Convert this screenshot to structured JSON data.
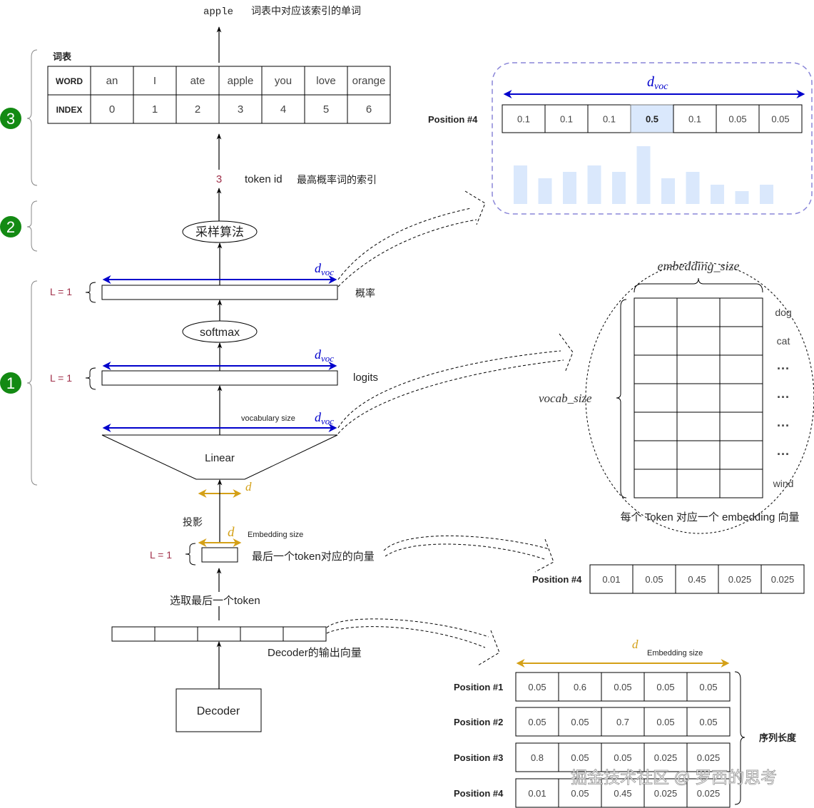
{
  "colors": {
    "accent_blue": "#0000cc",
    "accent_gold": "#d4a017",
    "badge_green": "#138a13",
    "l_label": "#a0304a",
    "highlight_cell": "#dae8fc",
    "dashed_box": "#8a86d8",
    "bar_fill": "#dae8fc"
  },
  "top": {
    "output_word": "apple",
    "output_desc": "词表中对应该索引的单词"
  },
  "vocab_table": {
    "title": "词表",
    "word_header": "WORD",
    "index_header": "INDEX",
    "words": [
      "an",
      "I",
      "ate",
      "apple",
      "you",
      "love",
      "orange"
    ],
    "indices": [
      "0",
      "1",
      "2",
      "3",
      "4",
      "5",
      "6"
    ]
  },
  "token_id": {
    "value": "3",
    "label": "token id",
    "desc": "最高概率词的索引"
  },
  "badges": [
    "3",
    "2",
    "1"
  ],
  "sampling": {
    "label": "采样算法"
  },
  "probability_layer": {
    "l_label": "L = 1",
    "dim": "d_voc",
    "label": "概率"
  },
  "softmax": {
    "label": "softmax"
  },
  "logits_layer": {
    "l_label": "L = 1",
    "dim": "d_voc",
    "label": "logits"
  },
  "linear": {
    "label": "Linear",
    "out_note": "vocabulary size",
    "out_dim": "d_voc",
    "in_dim": "d"
  },
  "projection": {
    "label": "投影"
  },
  "last_vector": {
    "l_label": "L = 1",
    "dim": "d",
    "dim_note": "Embedding size",
    "label": "最后一个token对应的向量"
  },
  "select_last": {
    "label": "选取最后一个token"
  },
  "decoder_output": {
    "label": "Decoder的输出向量",
    "cells": 5
  },
  "decoder": {
    "label": "Decoder"
  },
  "prob_panel": {
    "dim": "d_voc",
    "row_label": "Position #4",
    "values": [
      "0.1",
      "0.1",
      "0.1",
      "0.5",
      "0.1",
      "0.05",
      "0.05"
    ],
    "highlight_index": 3,
    "bar_heights_relative": [
      0.6,
      0.4,
      0.5,
      0.6,
      0.5,
      0.9,
      0.4,
      0.5,
      0.3,
      0.2,
      0.3
    ]
  },
  "embedding_matrix": {
    "col_label": "embedding_size",
    "row_label": "vocab_size",
    "rows": 7,
    "cols": 3,
    "row_words": [
      "dog",
      "cat",
      "···",
      "···",
      "···",
      "···",
      "wind"
    ],
    "caption": "每个 Token 对应一个 embedding 向量"
  },
  "last_vector_panel": {
    "row_label": "Position #4",
    "values": [
      "0.01",
      "0.05",
      "0.45",
      "0.025",
      "0.025"
    ]
  },
  "sequence_panel": {
    "dim": "d",
    "dim_note": "Embedding size",
    "seq_label": "序列长度",
    "rows": [
      {
        "label": "Position #1",
        "values": [
          "0.05",
          "0.6",
          "0.05",
          "0.05",
          "0.05"
        ]
      },
      {
        "label": "Position #2",
        "values": [
          "0.05",
          "0.05",
          "0.7",
          "0.05",
          "0.05"
        ]
      },
      {
        "label": "Position #3",
        "values": [
          "0.8",
          "0.05",
          "0.05",
          "0.025",
          "0.025"
        ]
      },
      {
        "label": "Position #4",
        "values": [
          "0.01",
          "0.05",
          "0.45",
          "0.025",
          "0.025"
        ]
      }
    ]
  },
  "watermark": "掘金技术社区 @ 罗西的思考"
}
